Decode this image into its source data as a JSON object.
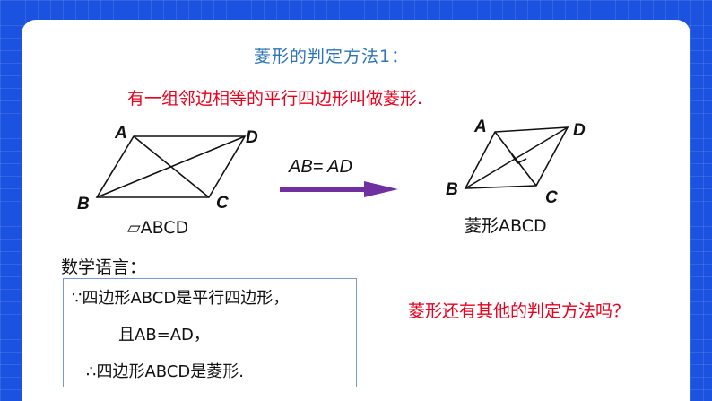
{
  "slide": {
    "title": "菱形的判定方法1：",
    "definition": "有一组邻边相等的平行四边形叫做菱形.",
    "condition": "AB= AD",
    "left_figure": {
      "vertices": {
        "A": "A",
        "B": "B",
        "C": "C",
        "D": "D"
      },
      "caption": "▱ABCD"
    },
    "right_figure": {
      "vertices": {
        "A": "A",
        "B": "B",
        "C": "C",
        "D": "D"
      },
      "caption": "菱形ABCD"
    },
    "math_language_label": "数学语言：",
    "proof_lines": [
      "∵四边形ABCD是平行四边形，",
      "且AB=AD，",
      "∴四边形ABCD是菱形."
    ],
    "question": "菱形还有其他的判定方法吗？"
  },
  "colors": {
    "background": "#1b52e0",
    "title": "#2e74b5",
    "emphasis": "#e8001c",
    "arrow": "#7030a0"
  }
}
